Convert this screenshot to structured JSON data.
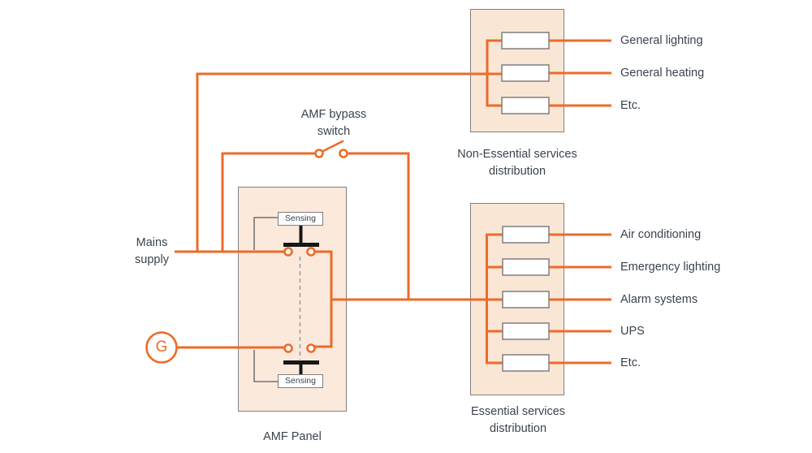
{
  "colors": {
    "wire_orange": "#EC6B29",
    "distribution_box_fill": "#FAE6D5",
    "amf_panel_fill": "#FBE9DC",
    "box_border_gray": "#7F7F7F",
    "text_dark": "#3A434E",
    "contact_bar_black": "#161616",
    "sense_wire_gray": "#5A5A5A",
    "interlock_dash_gray": "#9A9A9A"
  },
  "labels": {
    "mains_supply": "Mains supply",
    "amf_bypass_switch": "AMF bypass switch",
    "amf_panel": "AMF Panel"
  },
  "generator": {
    "symbol": "G"
  },
  "amf_panel": {
    "sensing_top": "Sensing",
    "sensing_bottom": "Sensing"
  },
  "non_essential": {
    "caption": "Non-Essential services distribution",
    "rows": [
      {
        "label": "General lighting"
      },
      {
        "label": "General heating"
      },
      {
        "label": "Etc."
      }
    ]
  },
  "essential": {
    "caption": "Essential services distribution",
    "rows": [
      {
        "label": "Air conditioning"
      },
      {
        "label": "Emergency lighting"
      },
      {
        "label": "Alarm systems"
      },
      {
        "label": "UPS"
      },
      {
        "label": "Etc."
      }
    ]
  }
}
